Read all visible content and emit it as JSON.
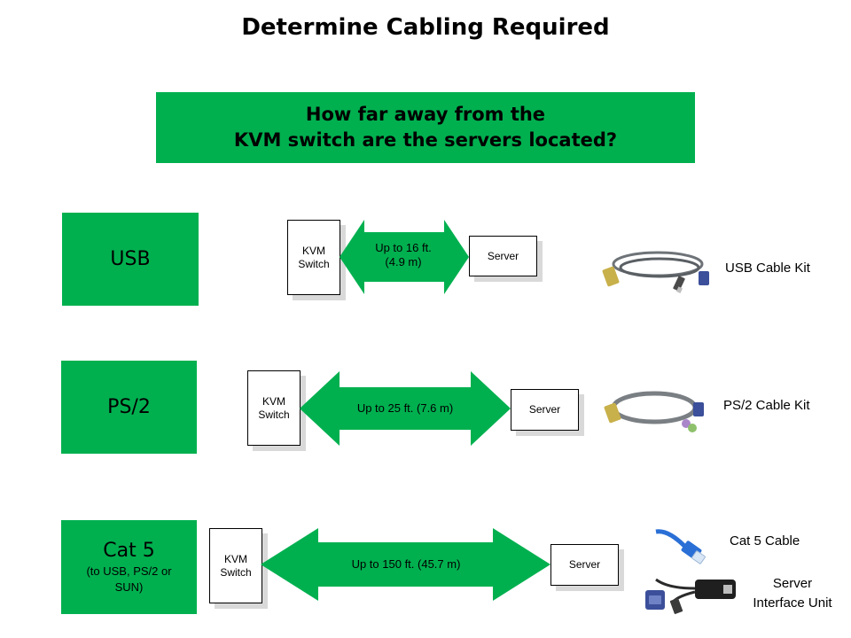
{
  "title": "Determine Cabling Required",
  "question": {
    "line1": "How far away from the",
    "line2": "KVM switch are the servers located?"
  },
  "rows": {
    "usb": {
      "label": "USB",
      "kvm_line1": "KVM",
      "kvm_line2": "Switch",
      "distance_line1": "Up to 16 ft.",
      "distance_line2": "(4.9 m)",
      "server": "Server",
      "product": "USB Cable Kit",
      "product_icon": "usb-cable-kit-icon"
    },
    "ps2": {
      "label": "PS/2",
      "kvm_line1": "KVM",
      "kvm_line2": "Switch",
      "distance": "Up to 25 ft. (7.6 m)",
      "server": "Server",
      "product": "PS/2 Cable Kit",
      "product_icon": "ps2-cable-kit-icon"
    },
    "cat5": {
      "label": "Cat 5",
      "sub_line1": "(to USB, PS/2 or",
      "sub_line2": "SUN)",
      "kvm_line1": "KVM",
      "kvm_line2": "Switch",
      "distance": "Up to 150 ft. (45.7 m)",
      "server": "Server",
      "product1": "Cat 5 Cable",
      "product2_line1": "Server",
      "product2_line2": "Interface Unit",
      "product1_icon": "cat5-cable-icon",
      "product2_icon": "server-interface-unit-icon"
    }
  },
  "colors": {
    "green": "#00b04f",
    "cable_gray": "#6e7378",
    "vga_blue": "#3b4f9a",
    "connector_gold": "#c8b04a",
    "cat5_blue": "#2a6fd6"
  }
}
